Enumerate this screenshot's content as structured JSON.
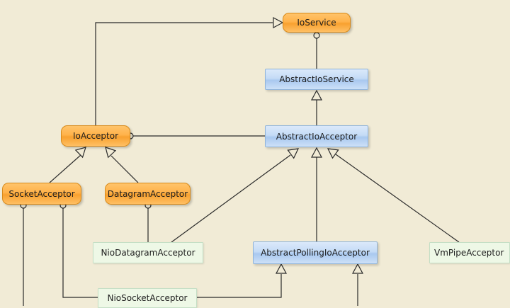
{
  "nodes": {
    "ioservice": {
      "label": "IoService",
      "kind": "interface"
    },
    "abstractioservice": {
      "label": "AbstractIoService",
      "kind": "abstract"
    },
    "ioacceptor": {
      "label": "IoAcceptor",
      "kind": "interface"
    },
    "abstractioacceptor": {
      "label": "AbstractIoAcceptor",
      "kind": "abstract"
    },
    "socketacceptor": {
      "label": "SocketAcceptor",
      "kind": "interface"
    },
    "datagramacceptor": {
      "label": "DatagramAcceptor",
      "kind": "interface"
    },
    "niodatagramacceptor": {
      "label": "NioDatagramAcceptor",
      "kind": "concrete"
    },
    "abstractpollingioacceptor": {
      "label": "AbstractPollingIoAcceptor",
      "kind": "abstract"
    },
    "vmpipeacceptor": {
      "label": "VmPipeAcceptor",
      "kind": "concrete"
    },
    "niosocketacceptor": {
      "label": "NioSocketAcceptor",
      "kind": "concrete"
    }
  },
  "edges": [
    {
      "from": "ioacceptor",
      "to": "ioservice",
      "type": "extends"
    },
    {
      "from": "abstractioservice",
      "to": "ioservice",
      "type": "implements"
    },
    {
      "from": "abstractioacceptor",
      "to": "abstractioservice",
      "type": "extends"
    },
    {
      "from": "abstractioacceptor",
      "to": "ioacceptor",
      "type": "implements"
    },
    {
      "from": "socketacceptor",
      "to": "ioacceptor",
      "type": "extends"
    },
    {
      "from": "datagramacceptor",
      "to": "ioacceptor",
      "type": "extends"
    },
    {
      "from": "niodatagramacceptor",
      "to": "abstractioacceptor",
      "type": "extends"
    },
    {
      "from": "niodatagramacceptor",
      "to": "datagramacceptor",
      "type": "implements"
    },
    {
      "from": "abstractpollingioacceptor",
      "to": "abstractioacceptor",
      "type": "extends"
    },
    {
      "from": "vmpipeacceptor",
      "to": "abstractioacceptor",
      "type": "extends"
    },
    {
      "from": "niosocketacceptor",
      "to": "abstractpollingioacceptor",
      "type": "extends"
    },
    {
      "from": "niosocketacceptor",
      "to": "socketacceptor",
      "type": "implements"
    }
  ],
  "colors": {
    "interface": "#ffb24a",
    "abstract": "#bcd5f3",
    "concrete": "#eef8e6",
    "background": "#f1ebd6",
    "line": "#2a2a2a"
  }
}
